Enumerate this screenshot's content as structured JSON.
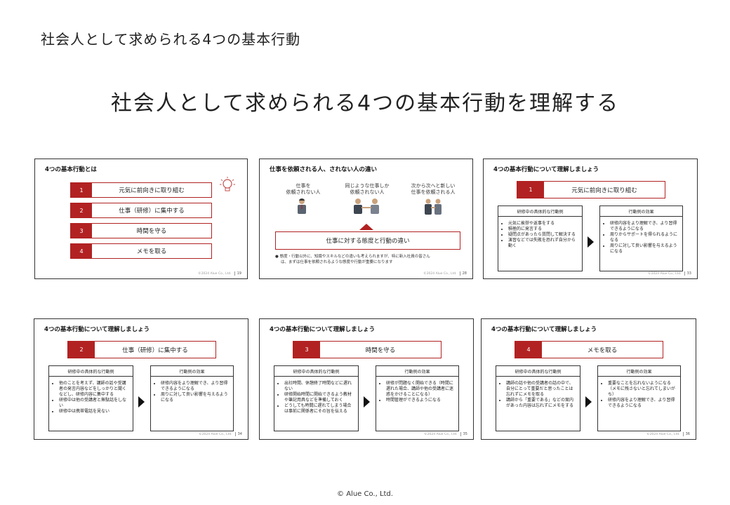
{
  "header": {
    "title": "社会人として求められる4つの基本行動"
  },
  "main_title": "社会人として求められる4つの基本行動を理解する",
  "footer": "© Alue Co., Ltd.",
  "colors": {
    "accent": "#b22222",
    "border": "#333333"
  },
  "slide_copyright": "©2024 Alue Co., Ltd.",
  "slide1": {
    "title": "4つの基本行動とは",
    "page": "19",
    "items": [
      {
        "num": "1",
        "label": "元気に前向きに取り組む"
      },
      {
        "num": "2",
        "label": "仕事（研修）に集中する"
      },
      {
        "num": "3",
        "label": "時間を守る"
      },
      {
        "num": "4",
        "label": "メモを取る"
      }
    ],
    "icon": "lightbulb-icon"
  },
  "slide2": {
    "title": "仕事を依頼される人、されない人の違い",
    "page": "28",
    "columns": [
      {
        "line1": "仕事を",
        "line2": "依頼されない人"
      },
      {
        "line1": "同じような仕事しか",
        "line2": "依頼されない人"
      },
      {
        "line1": "次から次へと新しい",
        "line2": "仕事を依頼される人"
      }
    ],
    "box_label": "仕事に対する態度と行動の違い",
    "note_line1": "態度・行動以外に、知識やスキルなどの違いも考えられますが、特に新入社員の皆さん",
    "note_line2": "は、まずは仕事を依頼されるような態度や行動が重要になります"
  },
  "detail_title": "4つの基本行動について理解しましょう",
  "left_box_label": "研修中の具体的な行動例",
  "right_box_label": "行動例の効果",
  "slides": [
    {
      "page": "33",
      "num": "1",
      "heading": "元気に前向きに取り組む",
      "examples": [
        "元気に挨拶や返事をする",
        "積極的に発言する",
        "疑問点があったら質問して解決する",
        "演習などでは失敗を恐れず自分から動く"
      ],
      "effects": [
        "研修内容をより理解でき、より習得できるようになる",
        "周りからサポートを得られるようになる",
        "周りに対して良い影響を与えるようになる"
      ]
    },
    {
      "page": "34",
      "num": "2",
      "heading": "仕事（研修）に集中する",
      "examples": [
        "他のことを考えず、講師の話や受講者の発言内容などをしっかりと聞くなどし、研修内容に集中する",
        "研修中は他の受講者と無駄話をしない",
        "研修中は携帯電話を見ない"
      ],
      "effects": [
        "研修内容をより理解でき、より習得できるようになる",
        "周りに対して良い影響を与えるようになる"
      ]
    },
    {
      "page": "35",
      "num": "3",
      "heading": "時間を守る",
      "examples": [
        "出社時間、休憩終了時間などに遅れない",
        "研修開始時間に開始できるよう教材や筆記用具などを準備しておく",
        "どうしても時間に遅れてしまう場合は事前に関係者にその旨を伝える"
      ],
      "effects": [
        "研修が問題なく開始できる（時間に遅れた場合、講師や他の受講者に迷惑をかけることになる）",
        "時間管理ができるようになる"
      ]
    },
    {
      "page": "36",
      "num": "4",
      "heading": "メモを取る",
      "examples": [
        "講師の話や他の受講者の話の中で、自分にとって重要だと思ったことは忘れずにメモを取る",
        "講師から「重要である」などの案内があった内容は忘れずにメモをする"
      ],
      "effects": [
        "重要なことを忘れないようになる（メモに残さないと忘れてしまいがち）",
        "研修内容をより理解でき、より習得できるようになる"
      ]
    }
  ]
}
